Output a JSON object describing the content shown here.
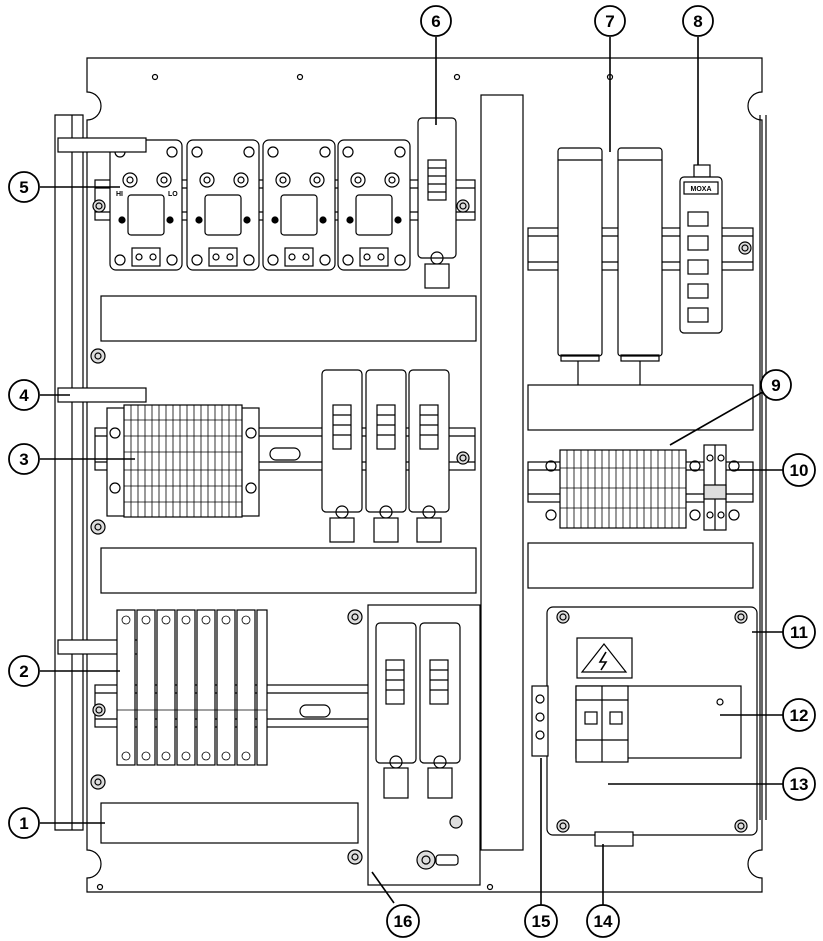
{
  "callouts": [
    {
      "id": "1",
      "label": "1"
    },
    {
      "id": "2",
      "label": "2"
    },
    {
      "id": "3",
      "label": "3"
    },
    {
      "id": "4",
      "label": "4"
    },
    {
      "id": "5",
      "label": "5"
    },
    {
      "id": "6",
      "label": "6"
    },
    {
      "id": "7",
      "label": "7"
    },
    {
      "id": "8",
      "label": "8"
    },
    {
      "id": "9",
      "label": "9"
    },
    {
      "id": "10",
      "label": "10"
    },
    {
      "id": "11",
      "label": "11"
    },
    {
      "id": "12",
      "label": "12"
    },
    {
      "id": "13",
      "label": "13"
    },
    {
      "id": "14",
      "label": "14"
    },
    {
      "id": "15",
      "label": "15"
    },
    {
      "id": "16",
      "label": "16"
    }
  ],
  "device_labels": {
    "moxa": "MOXA",
    "hi": "HI",
    "lo": "LO"
  },
  "icons": [
    "high-voltage-warning-icon"
  ],
  "colors": {
    "line": "#000000",
    "fill": "#ffffff",
    "shade": "#e6e6e6"
  }
}
